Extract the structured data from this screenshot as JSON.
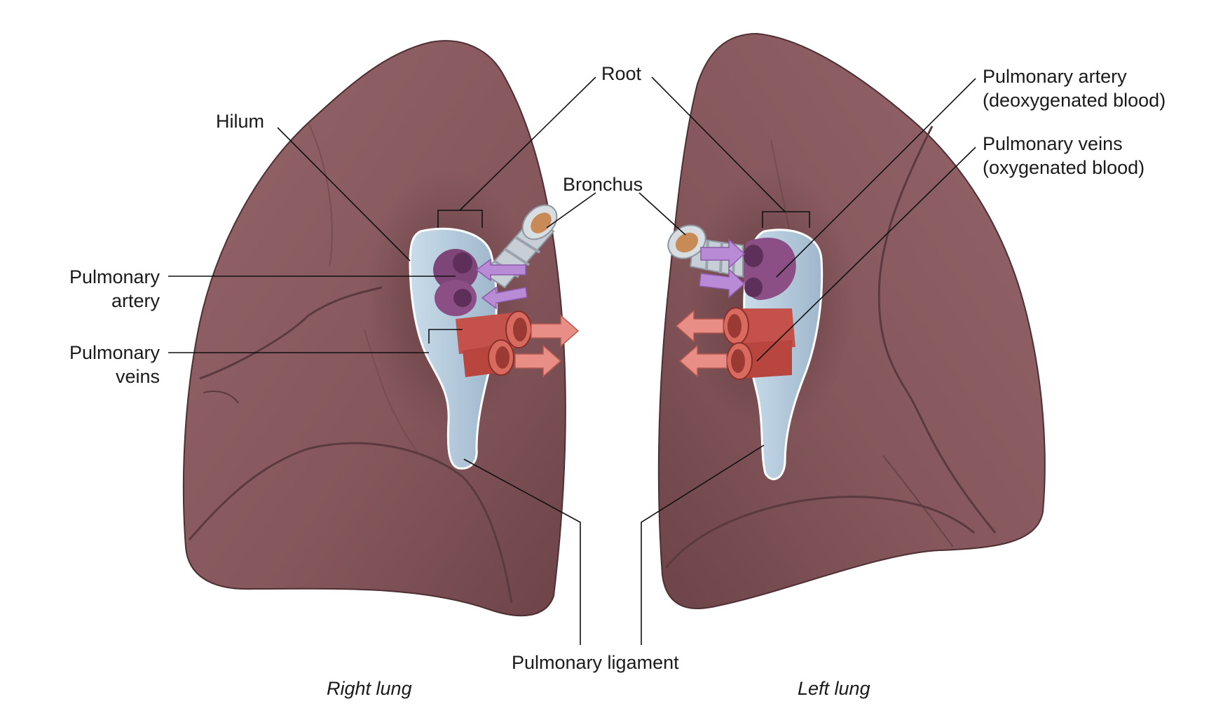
{
  "labels": {
    "hilum": "Hilum",
    "root": "Root",
    "bronchus": "Bronchus",
    "pa_left_1": "Pulmonary",
    "pa_left_2": "artery",
    "pv_left_1": "Pulmonary",
    "pv_left_2": "veins",
    "pa_right_1": "Pulmonary artery",
    "pa_right_2": "(deoxygenated blood)",
    "pv_right_1": "Pulmonary veins",
    "pv_right_2": "(oxygenated blood)",
    "ligament": "Pulmonary ligament",
    "right_lung": "Right lung",
    "left_lung": "Left lung"
  },
  "colors": {
    "lung": "#8a5a5e",
    "lung_dark": "#5e3a3e",
    "pleura": "#b9cfe0",
    "artery": "#8b4f86",
    "artery_arrow": "#b98ad6",
    "vein": "#c4514a",
    "vein_arrow": "#e98e86",
    "bronchus": "#c7ced6",
    "bronchus_lumen": "#c98b55"
  }
}
